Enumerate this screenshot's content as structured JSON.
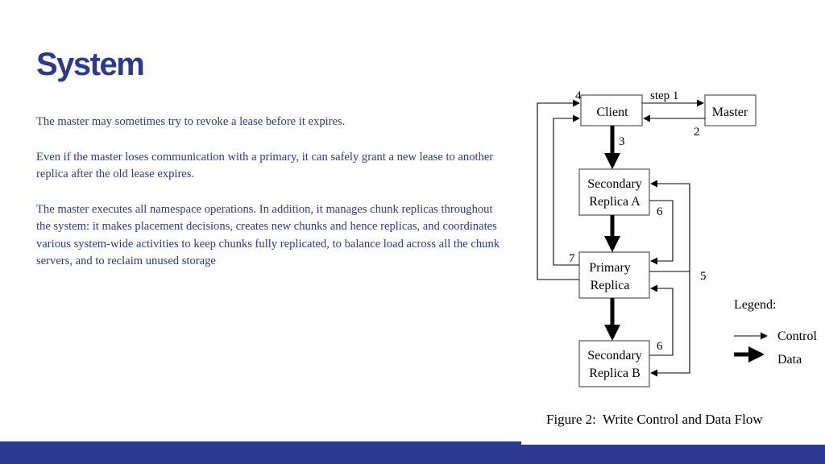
{
  "slide": {
    "title": "System",
    "paragraphs": [
      "The master may sometimes try to revoke a lease before it expires.",
      "Even if the master loses communication with a primary, it can safely grant a new lease to another replica after the old lease expires.",
      "The master executes all namespace operations. In addition, it manages chunk replicas throughout the system: it makes placement decisions, creates new chunks and hence replicas, and coordinates various system-wide activities to keep chunks fully replicated, to balance load across all the chunk servers, and to reclaim unused storage"
    ],
    "accent_color": "#2b3990"
  },
  "figure": {
    "nodes": {
      "client": [
        "Client"
      ],
      "master": [
        "Master"
      ],
      "secondary_a": [
        "Secondary",
        "Replica A"
      ],
      "primary": [
        "Primary",
        "Replica"
      ],
      "secondary_b": [
        "Secondary",
        "Replica B"
      ]
    },
    "step_labels": {
      "step1": "step 1",
      "step2": "2",
      "step3": "3",
      "step4": "4",
      "step5": "5",
      "step6a": "6",
      "step6b": "6",
      "step7": "7"
    },
    "legend": {
      "title": "Legend:",
      "control": "Control",
      "data": "Data"
    },
    "caption": "Figure 2:  Write Control and Data Flow"
  }
}
